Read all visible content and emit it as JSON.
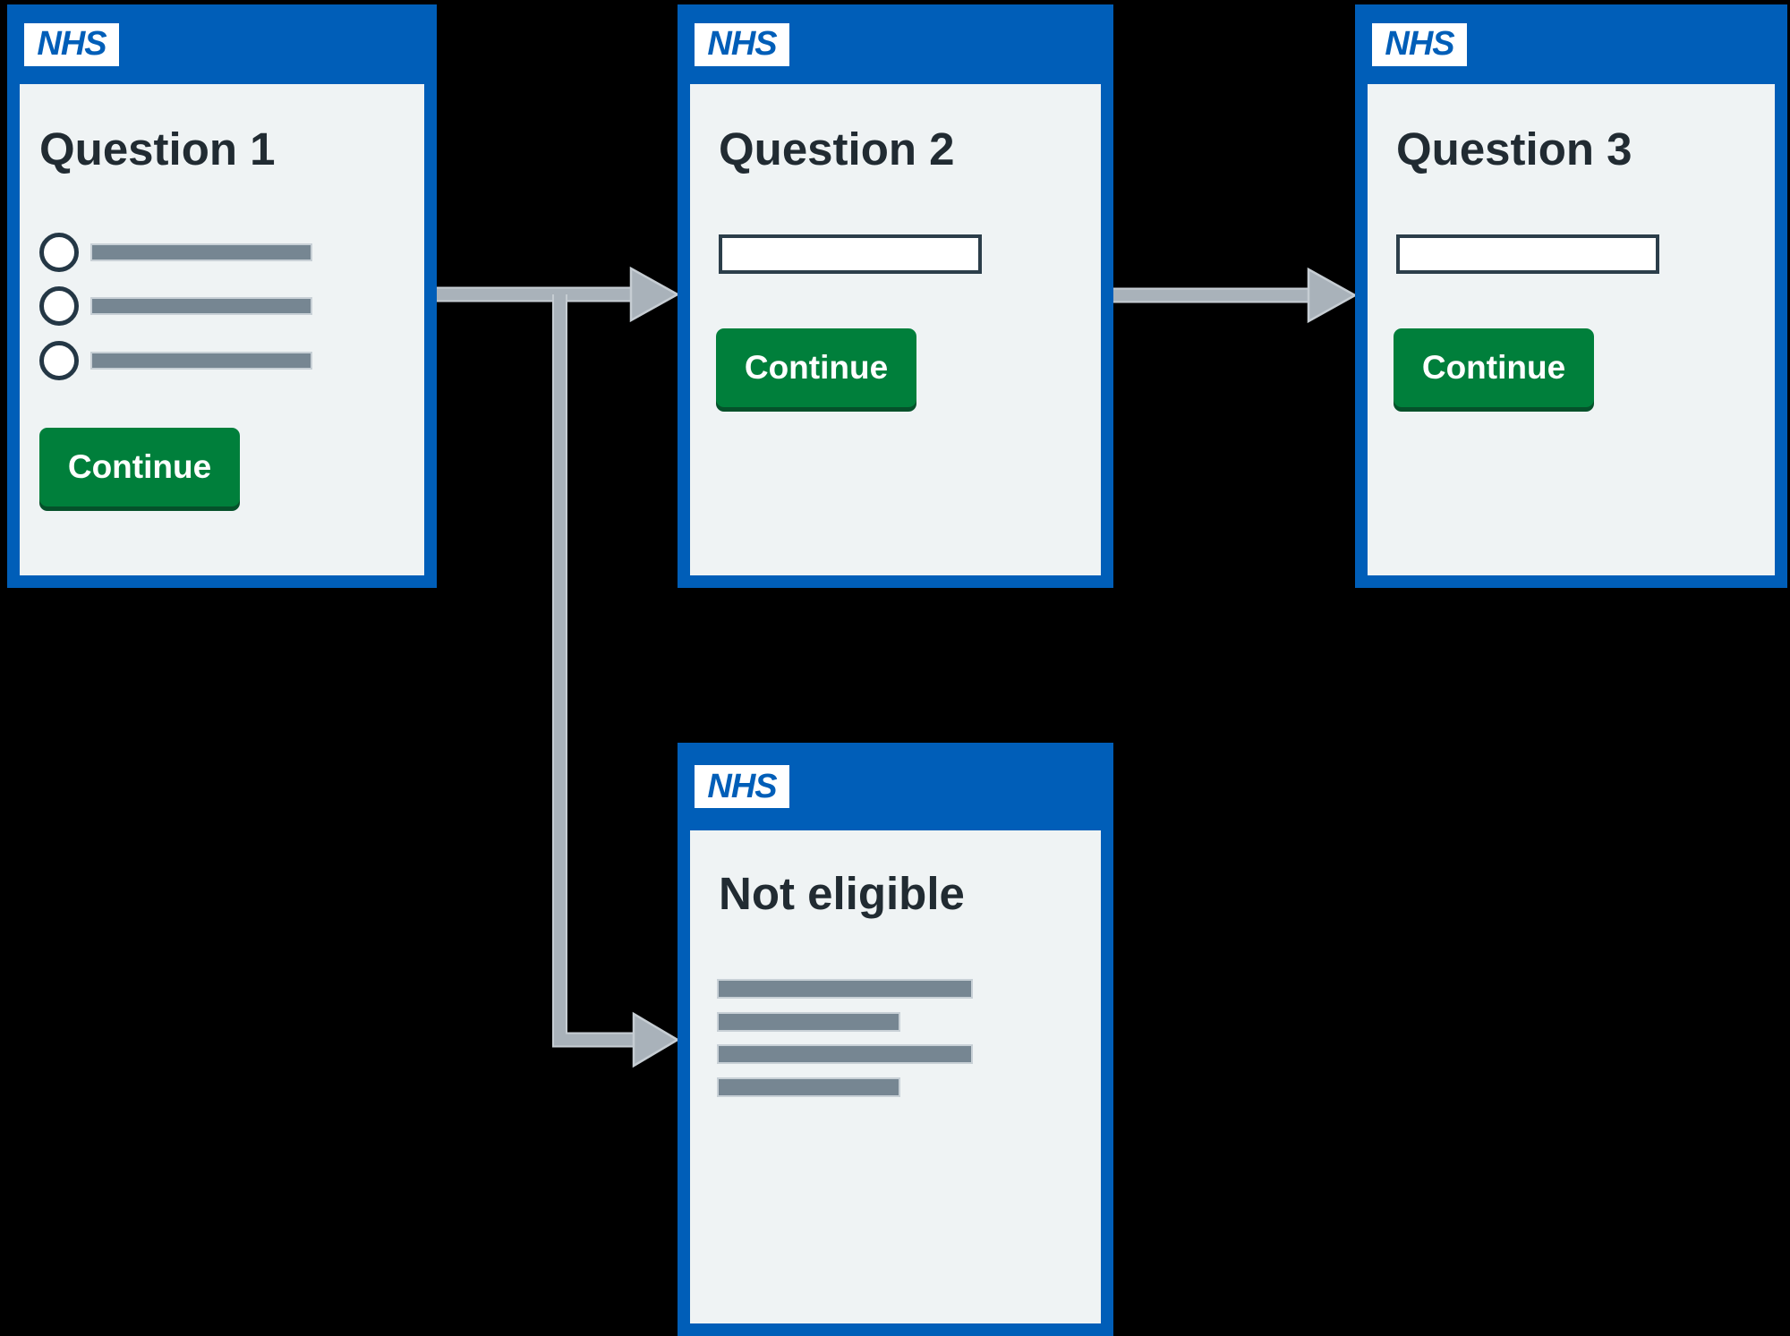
{
  "colors": {
    "nhs_blue": "#005eb8",
    "logo_bg": "#ffffff",
    "card_body_bg": "#eff3f4",
    "heading_text": "#212b32",
    "green_button": "#007f3b",
    "green_button_shadow": "#05512a",
    "button_text": "#ffffff",
    "placeholder_gray": "#768692",
    "placeholder_outline": "#c8d0d6",
    "arrow_fill": "#a9b2ba",
    "arrow_outline": "#c6cdd3",
    "input_border": "#2c3e4a",
    "radio_border": "#243745",
    "background": "#000000"
  },
  "cards": [
    {
      "id": "question-1",
      "logo": "NHS",
      "title": "Question 1",
      "button_label": "Continue",
      "radio_option_count": 3
    },
    {
      "id": "question-2",
      "logo": "NHS",
      "title": "Question 2",
      "button_label": "Continue",
      "input_value": ""
    },
    {
      "id": "question-3",
      "logo": "NHS",
      "title": "Question 3",
      "button_label": "Continue",
      "input_value": ""
    },
    {
      "id": "not-eligible",
      "logo": "NHS",
      "title": "Not eligible",
      "body_line_count": 4
    }
  ],
  "flow": {
    "arrows": [
      {
        "from": "question-1",
        "to": "question-2"
      },
      {
        "from": "question-1",
        "to": "not-eligible"
      },
      {
        "from": "question-2",
        "to": "question-3"
      }
    ]
  }
}
